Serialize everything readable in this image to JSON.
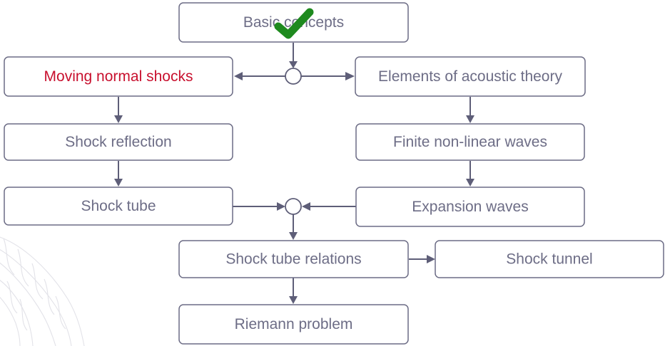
{
  "nodes": {
    "basic_concepts": "Basic concepts",
    "moving_normal_shocks": "Moving normal shocks",
    "elements_acoustic_theory": "Elements of acoustic theory",
    "shock_reflection": "Shock reflection",
    "finite_nonlinear_waves": "Finite non-linear waves",
    "shock_tube": "Shock tube",
    "expansion_waves": "Expansion waves",
    "shock_tube_relations": "Shock tube relations",
    "shock_tunnel": "Shock tunnel",
    "riemann_problem": "Riemann problem"
  },
  "status": {
    "basic_concepts": "completed",
    "moving_normal_shocks": "current"
  },
  "colors": {
    "box_border": "#6c6c85",
    "text": "#6d6d86",
    "current_topic": "#c8102e",
    "checkmark": "#1e8a1e",
    "connector": "#5e5e78"
  },
  "icons": {
    "completed_marker": "checkmark-icon",
    "background": "leaf-watermark"
  }
}
